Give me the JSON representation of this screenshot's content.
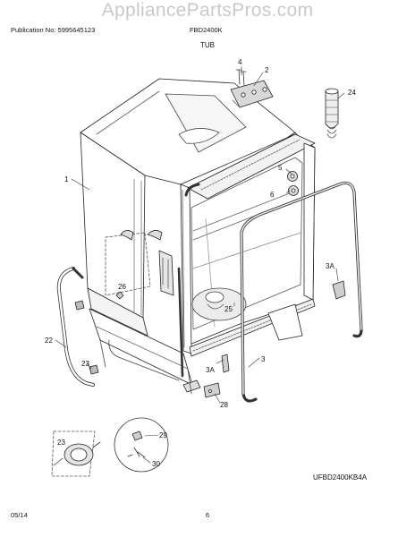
{
  "header": {
    "watermark": "AppliancePartsPros.com",
    "publication": "Publication No: 5995645123",
    "model": "FBD2400K",
    "title": "TUB"
  },
  "footer": {
    "date": "05/14",
    "page": "6",
    "drawing_code": "UFBD2400KB4A"
  },
  "callouts": [
    "1",
    "2",
    "3",
    "3A",
    "3A",
    "4",
    "5",
    "6",
    "22",
    "23",
    "23",
    "24",
    "25",
    "26",
    "28",
    "29",
    "30"
  ]
}
